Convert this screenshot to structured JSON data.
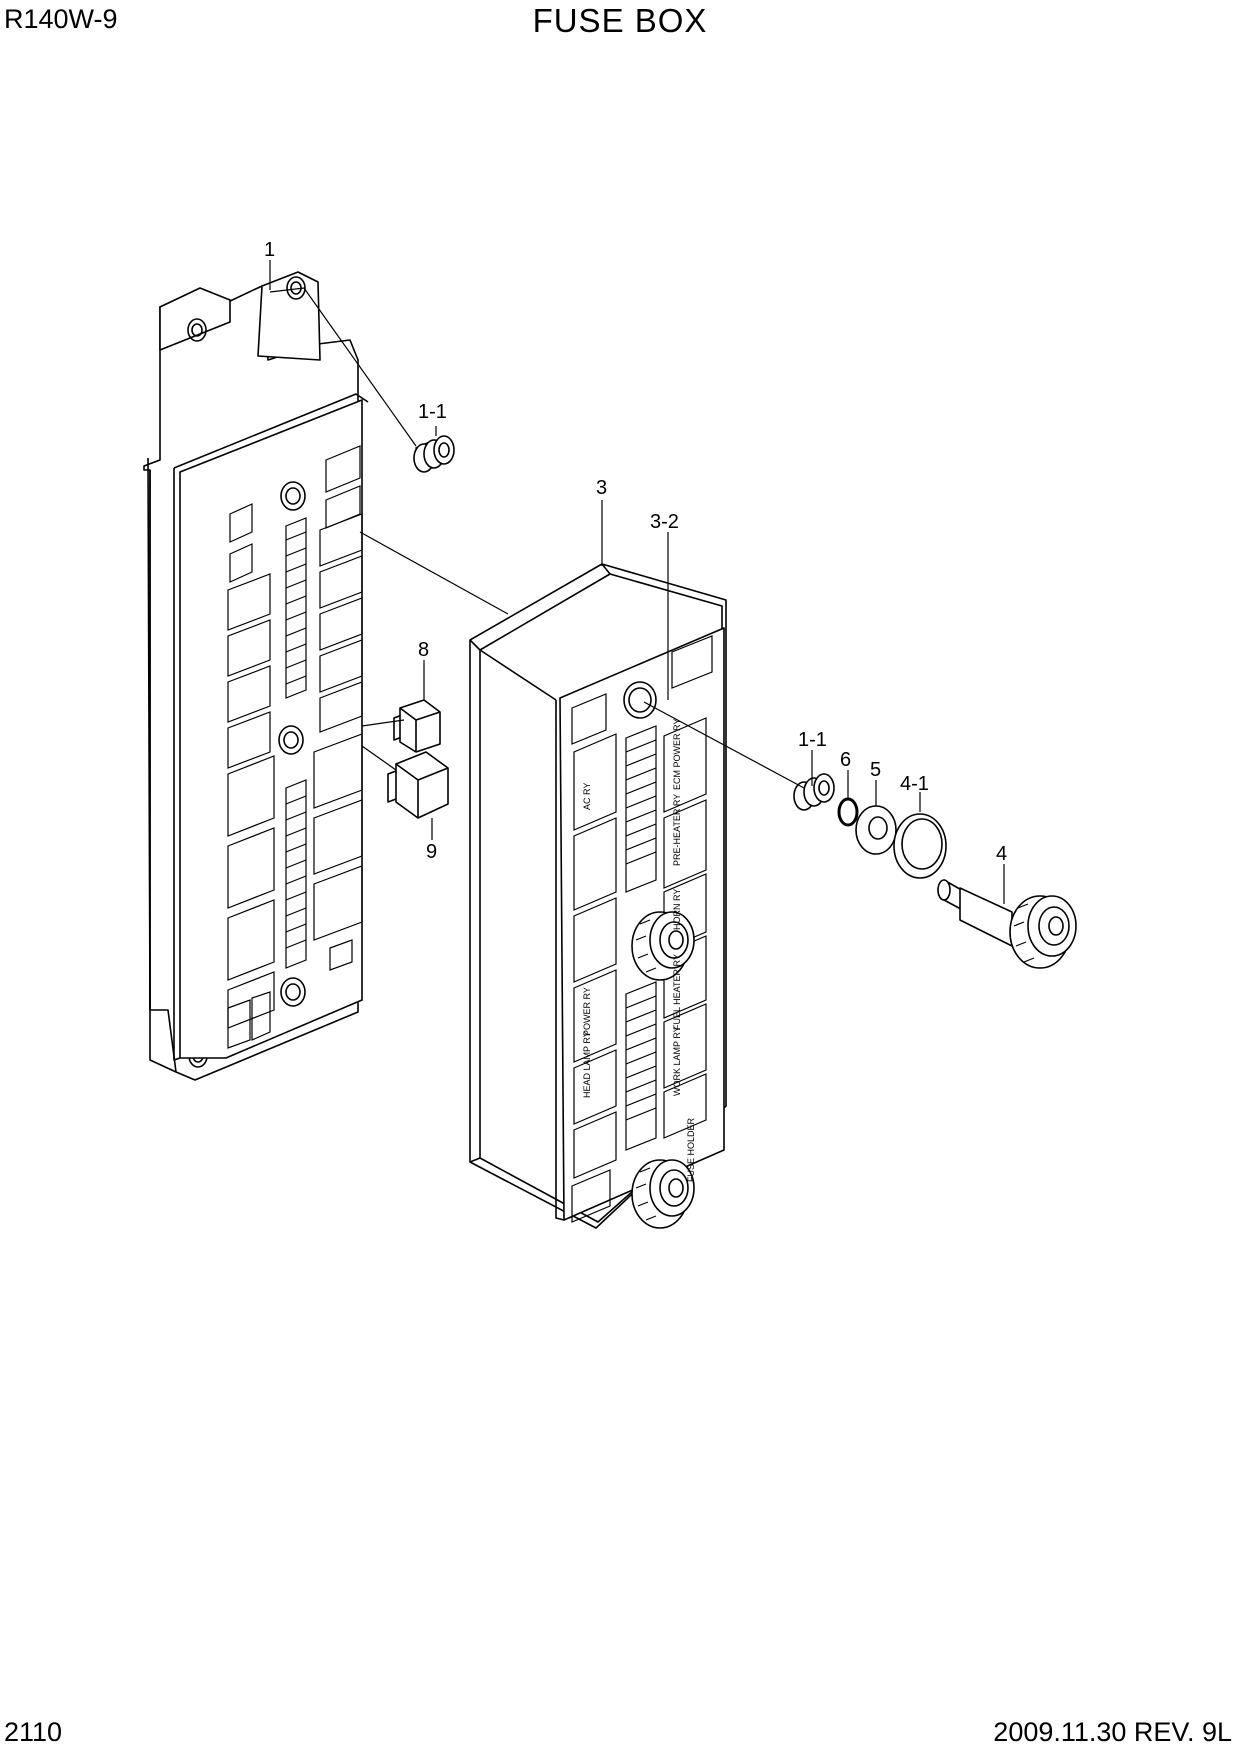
{
  "header": {
    "model": "R140W-9",
    "title": "FUSE BOX"
  },
  "footer": {
    "page_number": "2110",
    "revision": "2009.11.30 REV. 9L"
  },
  "callouts": [
    {
      "id": "c1",
      "label": "1"
    },
    {
      "id": "c1-1a",
      "label": "1-1"
    },
    {
      "id": "c3",
      "label": "3"
    },
    {
      "id": "c3-2",
      "label": "3-2"
    },
    {
      "id": "c8",
      "label": "8"
    },
    {
      "id": "c9",
      "label": "9"
    },
    {
      "id": "c1-1b",
      "label": "1-1"
    },
    {
      "id": "c6",
      "label": "6"
    },
    {
      "id": "c5",
      "label": "5"
    },
    {
      "id": "c4-1",
      "label": "4-1"
    },
    {
      "id": "c4",
      "label": "4"
    }
  ],
  "cover_labels": {
    "power_ry": "POWER RY",
    "head_lamp_ry": "HEAD LAMP RY",
    "work_lamp_ry": "WORK LAMP RY",
    "fuel_heater_ry": "FUEL HEATER RY",
    "horn_ry": "HORN RY",
    "pre_heater_ry": "PRE-HEATER RY",
    "ecm_power_ry": "ECM POWER RY",
    "fuse_holder": "FUSE HOLDER",
    "ac_ry": "AC RY"
  }
}
